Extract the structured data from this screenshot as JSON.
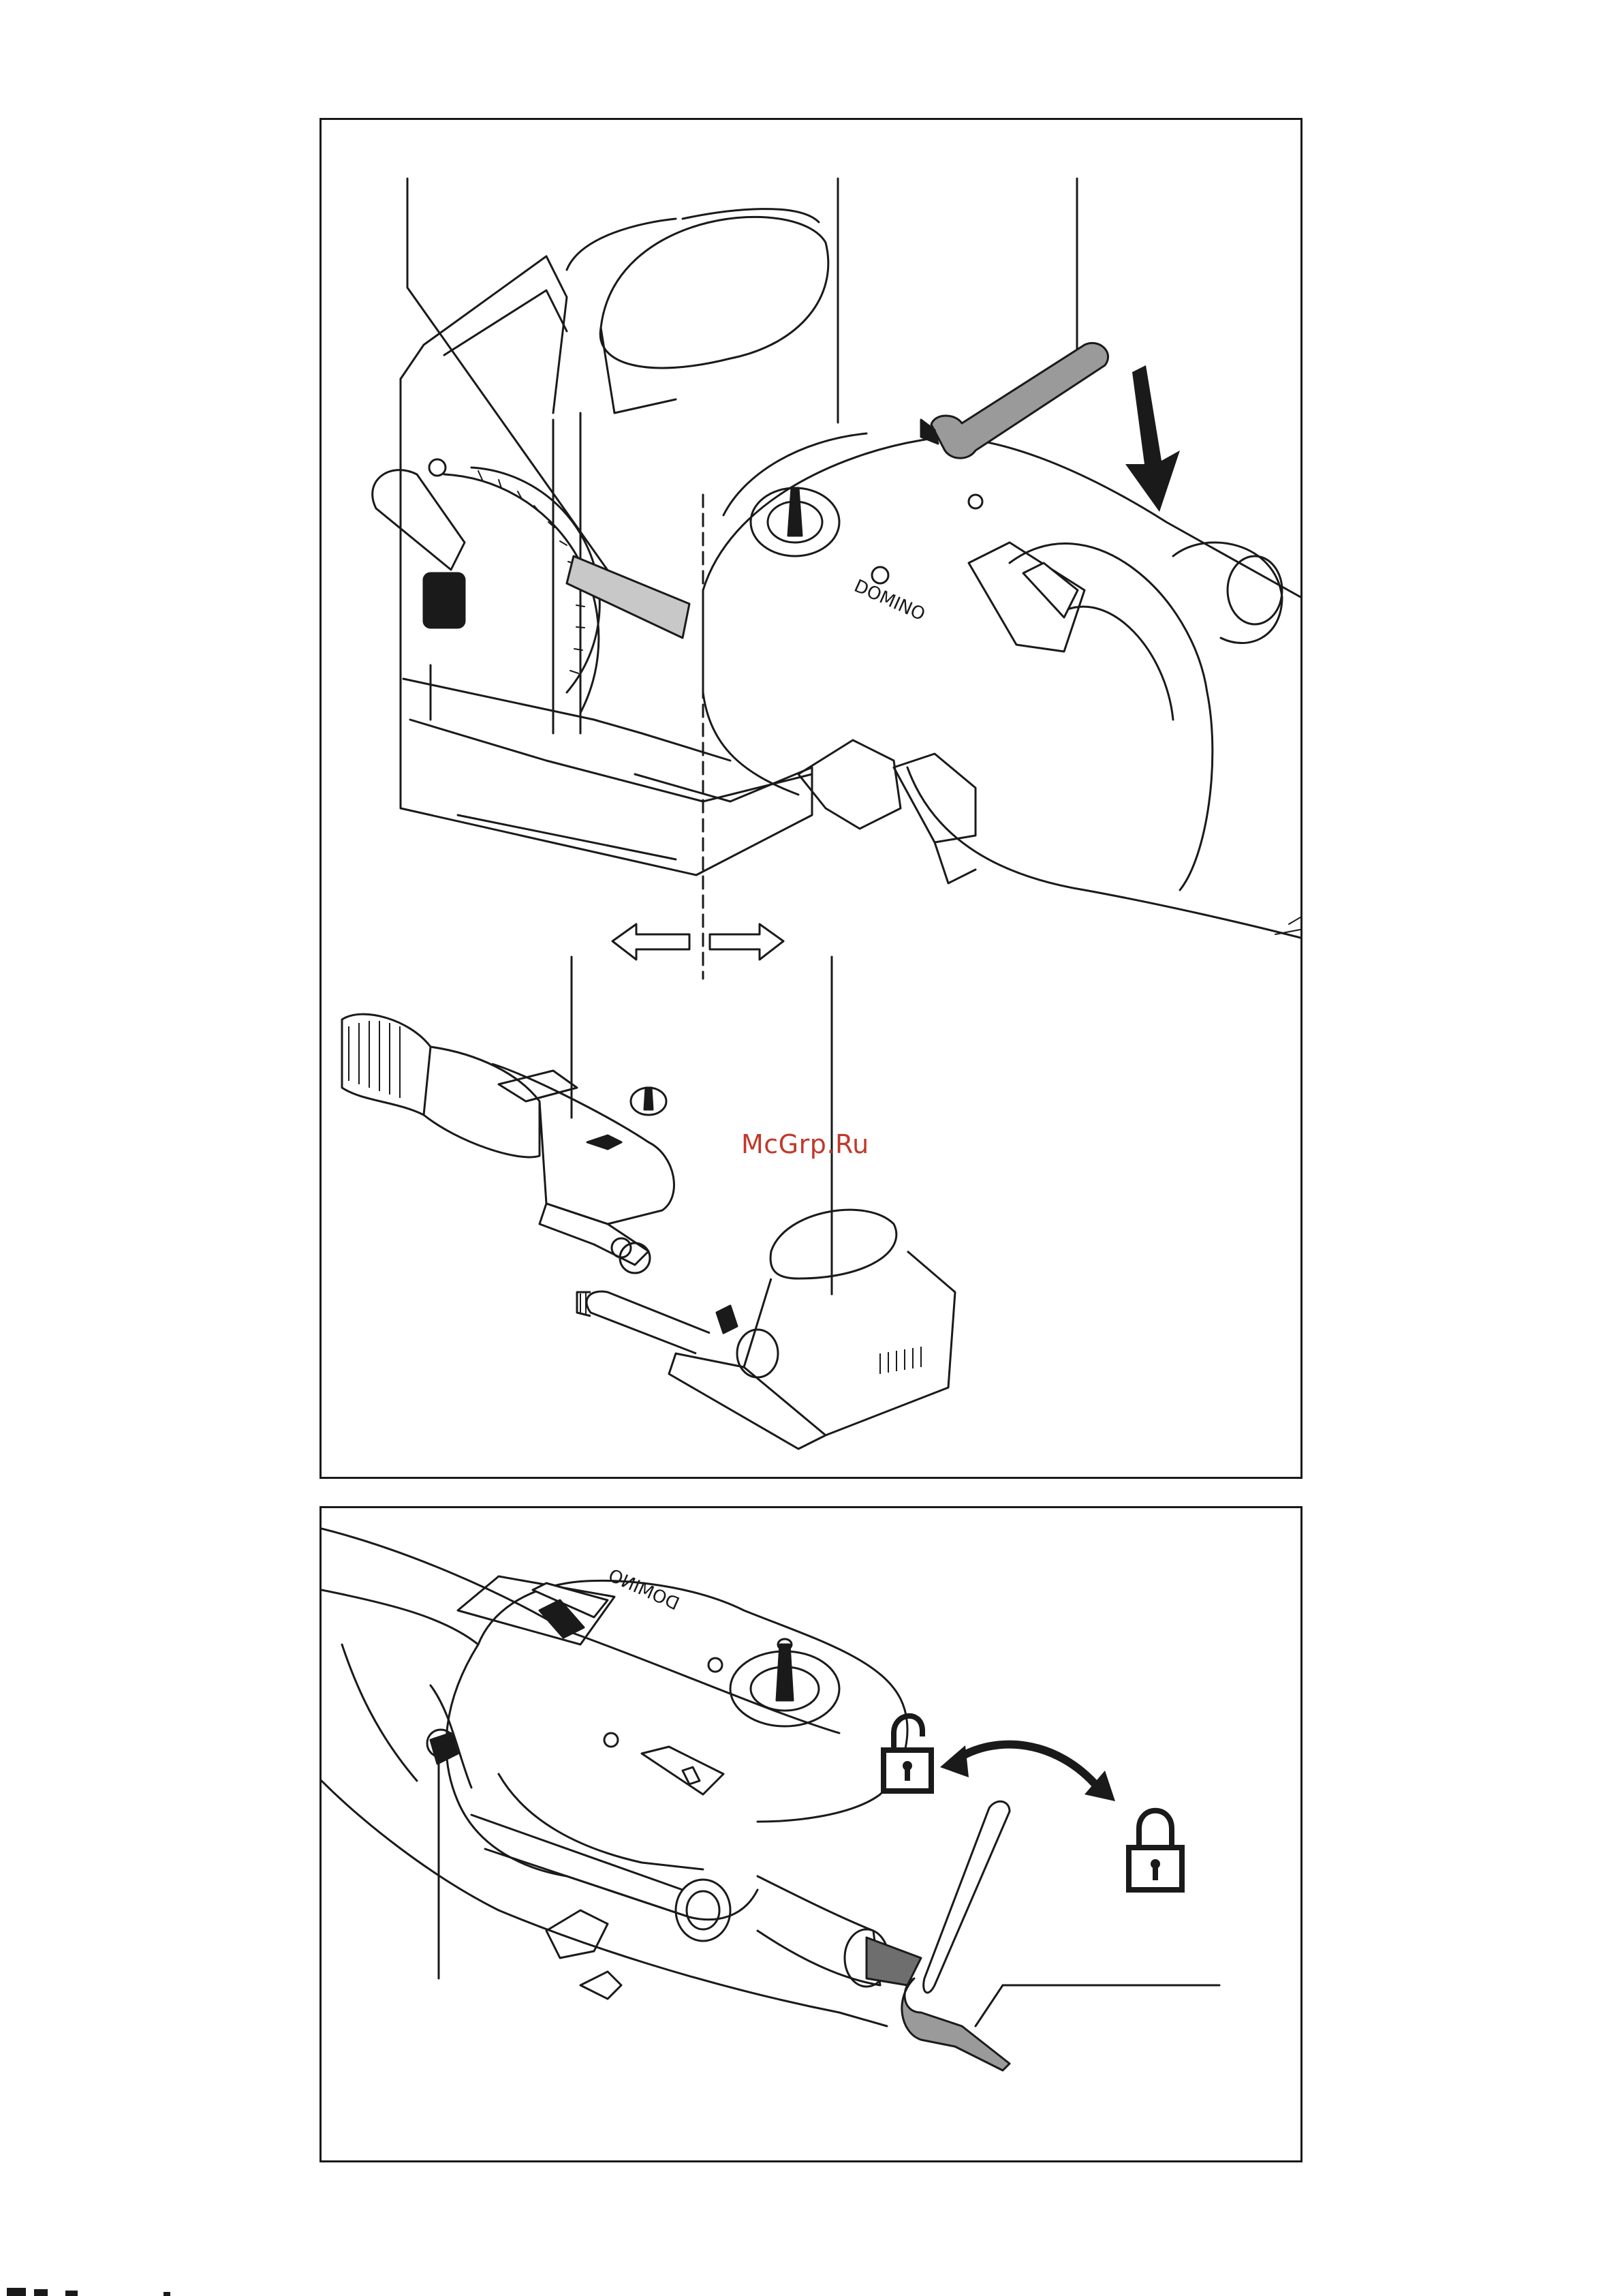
{
  "watermark": {
    "text": "McGrp.Ru",
    "color": "#c0392b"
  },
  "figure_top": {
    "brand_label": "DOMINO",
    "callouts": [
      "",
      "",
      "",
      "",
      ""
    ],
    "direction_arrows": [
      "left-outline-arrow",
      "right-outline-arrow"
    ],
    "press_arrow": "down-arrow"
  },
  "figure_bottom": {
    "brand_label": "DOMINO",
    "lock_icons": [
      "unlocked-padlock-icon",
      "locked-padlock-icon"
    ],
    "rotate_arrow": "double-headed-curved-arrow"
  },
  "colors": {
    "line": "#1a1a1a",
    "shade": "#c8c8c8",
    "dark_shade": "#6e6e6e"
  }
}
